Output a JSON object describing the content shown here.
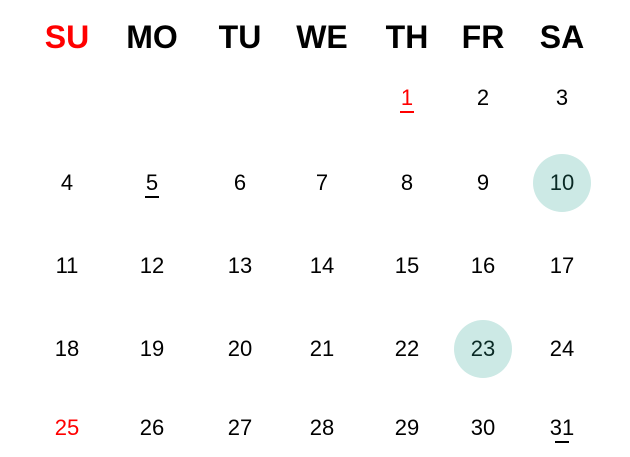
{
  "weekdays": [
    "SU",
    "MO",
    "TU",
    "WE",
    "TH",
    "FR",
    "SA"
  ],
  "colors": {
    "sunday": "#ff0000",
    "selected": "#cce9e5",
    "text": "#000000"
  },
  "weeks": [
    [
      null,
      null,
      null,
      null,
      {
        "d": "1",
        "red": true,
        "underline": true
      },
      {
        "d": "2"
      },
      {
        "d": "3"
      }
    ],
    [
      {
        "d": "4"
      },
      {
        "d": "5",
        "underline": true
      },
      {
        "d": "6"
      },
      {
        "d": "7"
      },
      {
        "d": "8"
      },
      {
        "d": "9"
      },
      {
        "d": "10",
        "selected": true
      }
    ],
    [
      {
        "d": "11"
      },
      {
        "d": "12"
      },
      {
        "d": "13"
      },
      {
        "d": "14"
      },
      {
        "d": "15"
      },
      {
        "d": "16"
      },
      {
        "d": "17"
      }
    ],
    [
      {
        "d": "18"
      },
      {
        "d": "19"
      },
      {
        "d": "20"
      },
      {
        "d": "21"
      },
      {
        "d": "22"
      },
      {
        "d": "23",
        "selected": true
      },
      {
        "d": "24"
      }
    ],
    [
      {
        "d": "25",
        "red": true
      },
      {
        "d": "26"
      },
      {
        "d": "27"
      },
      {
        "d": "28"
      },
      {
        "d": "29"
      },
      {
        "d": "30"
      },
      {
        "d": "31",
        "underline": true
      }
    ]
  ]
}
